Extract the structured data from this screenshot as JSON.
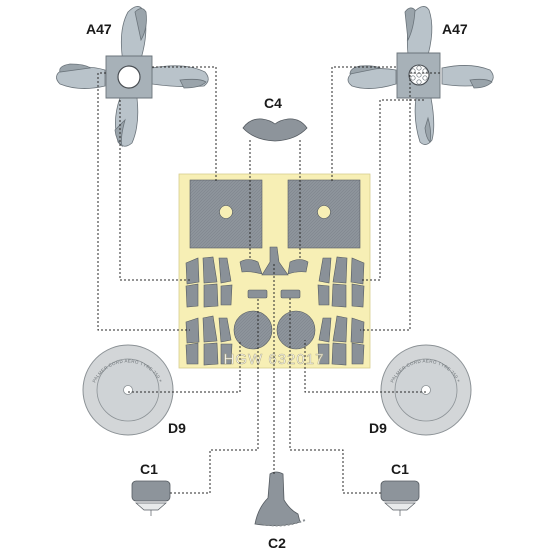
{
  "labels": {
    "a47_left": "A47",
    "a47_right": "A47",
    "c4": "C4",
    "d9_left": "D9",
    "d9_right": "D9",
    "c1_left": "C1",
    "c1_right": "C1",
    "c2": "C2"
  },
  "sheet": {
    "code": "HGW 632017"
  },
  "tyre": {
    "sidewall_text": "PALMER CORD AERO TYRE 750 × 125"
  },
  "colors": {
    "sheet_bg": "#f7efb5",
    "mask_fill": "#8a9198",
    "prop_fill": "#b9c3ca",
    "tyre_fill": "#d3d6d8",
    "leader": "#2a2a2a"
  }
}
